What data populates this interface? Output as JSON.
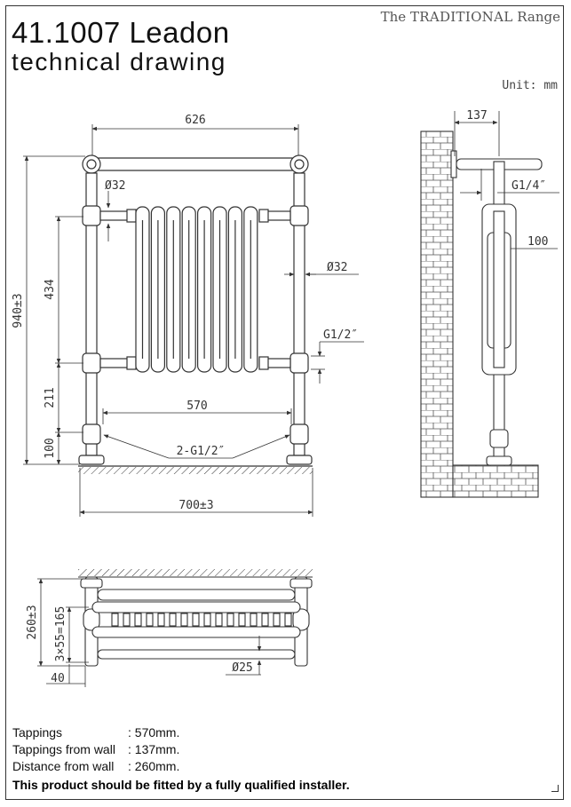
{
  "brand": {
    "prefix": "The",
    "name": "TRADITIONAL",
    "suffix": "Range"
  },
  "title": "41.1007 Leadon",
  "subtitle": "technical drawing",
  "unit": "Unit: mm",
  "dimensions": {
    "top_width": "626",
    "total_height": "940±3",
    "section_434": "434",
    "section_211": "211",
    "section_100": "100",
    "dia_32_left": "Ø32",
    "dia_32_right": "Ø32",
    "g_half_right": "G1/2″",
    "tapping_570": "570",
    "inlets": "2-G1/2″",
    "base_width": "700±3",
    "wall_137": "137",
    "g_quarter": "G1/4″",
    "side_100": "100",
    "depth_260": "260±3",
    "depth_165": "3×55=165",
    "depth_40": "40",
    "dia_25": "Ø25"
  },
  "specs": [
    {
      "label": "Tappings",
      "value": ": 570mm."
    },
    {
      "label": "Tappings from wall",
      "value": ": 137mm."
    },
    {
      "label": "Distance from wall",
      "value": ": 260mm."
    }
  ],
  "note": "This product should be fitted by a fully qualified installer."
}
